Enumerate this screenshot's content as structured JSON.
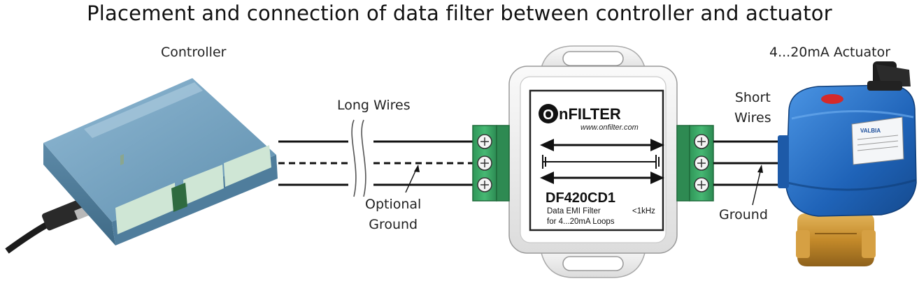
{
  "title": "Placement and connection of data filter between controller and actuator",
  "labels": {
    "controller": "Controller",
    "actuator": "4...20mA Actuator",
    "long_wires": "Long Wires",
    "short_wires_1": "Short",
    "short_wires_2": "Wires",
    "optional_ground_1": "Optional",
    "optional_ground_2": "Ground",
    "ground": "Ground"
  },
  "filter": {
    "brand_letter": "O",
    "brand_rest": "nFILTER",
    "url": "www.onfilter.com",
    "model": "DF420CD1",
    "desc_line1": "Data EMI Filter",
    "desc_line2": "for 4...20mA Loops",
    "freq": "<1kHz"
  },
  "actuator_brand": "VALBIA",
  "colors": {
    "controller_body": "#6f9dbb",
    "terminal_green": "#3aa866",
    "actuator_blue": "#2a73c8",
    "valve_brass": "#c8922e",
    "filter_housing": "#f2f2f2"
  }
}
